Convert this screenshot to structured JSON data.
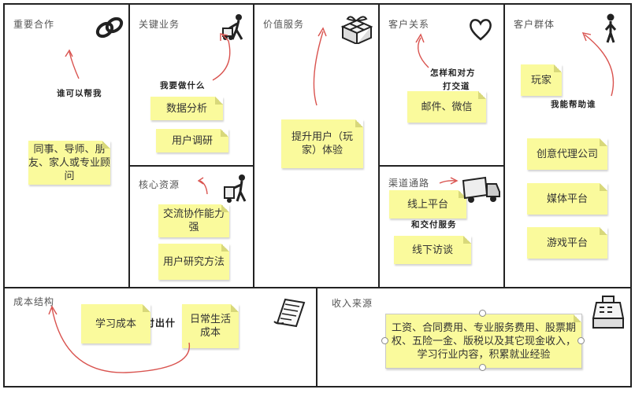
{
  "canvas": {
    "sections": {
      "key_partners": {
        "title": "重要合作",
        "prompt": "谁可以帮我",
        "notes": [
          "同事、导师、朋友、家人或专业顾问"
        ],
        "icon": "chain-links-icon"
      },
      "key_activities": {
        "title": "关键业务",
        "prompt": "我要做什么",
        "notes": [
          "数据分析",
          "用户调研"
        ],
        "icon": "person-mowing-icon"
      },
      "key_resources": {
        "title": "核心资源",
        "notes": [
          "交流协作能力强",
          "用户研究方法"
        ],
        "icon": "person-cart-icon"
      },
      "value_propositions": {
        "title": "价值服务",
        "notes": [
          "提升用户（玩家）体验"
        ],
        "icon": "gift-box-icon"
      },
      "customer_relationships": {
        "title": "客户关系",
        "prompt_lines": [
          "怎样和对方",
          "打交道"
        ],
        "notes": [
          "邮件、微信"
        ],
        "icon": "heart-icon"
      },
      "channels": {
        "title": "渠道通路",
        "prompt": "和交付服务",
        "notes": [
          "线上平台",
          "线下访谈"
        ],
        "icon": "delivery-truck-icon"
      },
      "customer_segments": {
        "title": "客户群体",
        "prompt": "我能帮助谁",
        "notes": [
          "玩家",
          "创意代理公司",
          "媒体平台",
          "游戏平台"
        ],
        "icon": "standing-person-icon"
      },
      "cost_structure": {
        "title": "成本结构",
        "prompt": "付出什",
        "notes": [
          "学习成本",
          "日常生活成本"
        ],
        "icon": "receipt-paper-icon"
      },
      "revenue_streams": {
        "title": "收入来源",
        "notes": [
          "工资、合同费用、专业服务费用、股票期权、五险一金、版税以及其它现金收入，学习行业内容，积累就业经验"
        ],
        "icon": "cash-register-icon"
      }
    },
    "colors": {
      "note_yellow": "#fafa9c",
      "arrow_red": "#d9534f",
      "border": "#222222"
    }
  }
}
